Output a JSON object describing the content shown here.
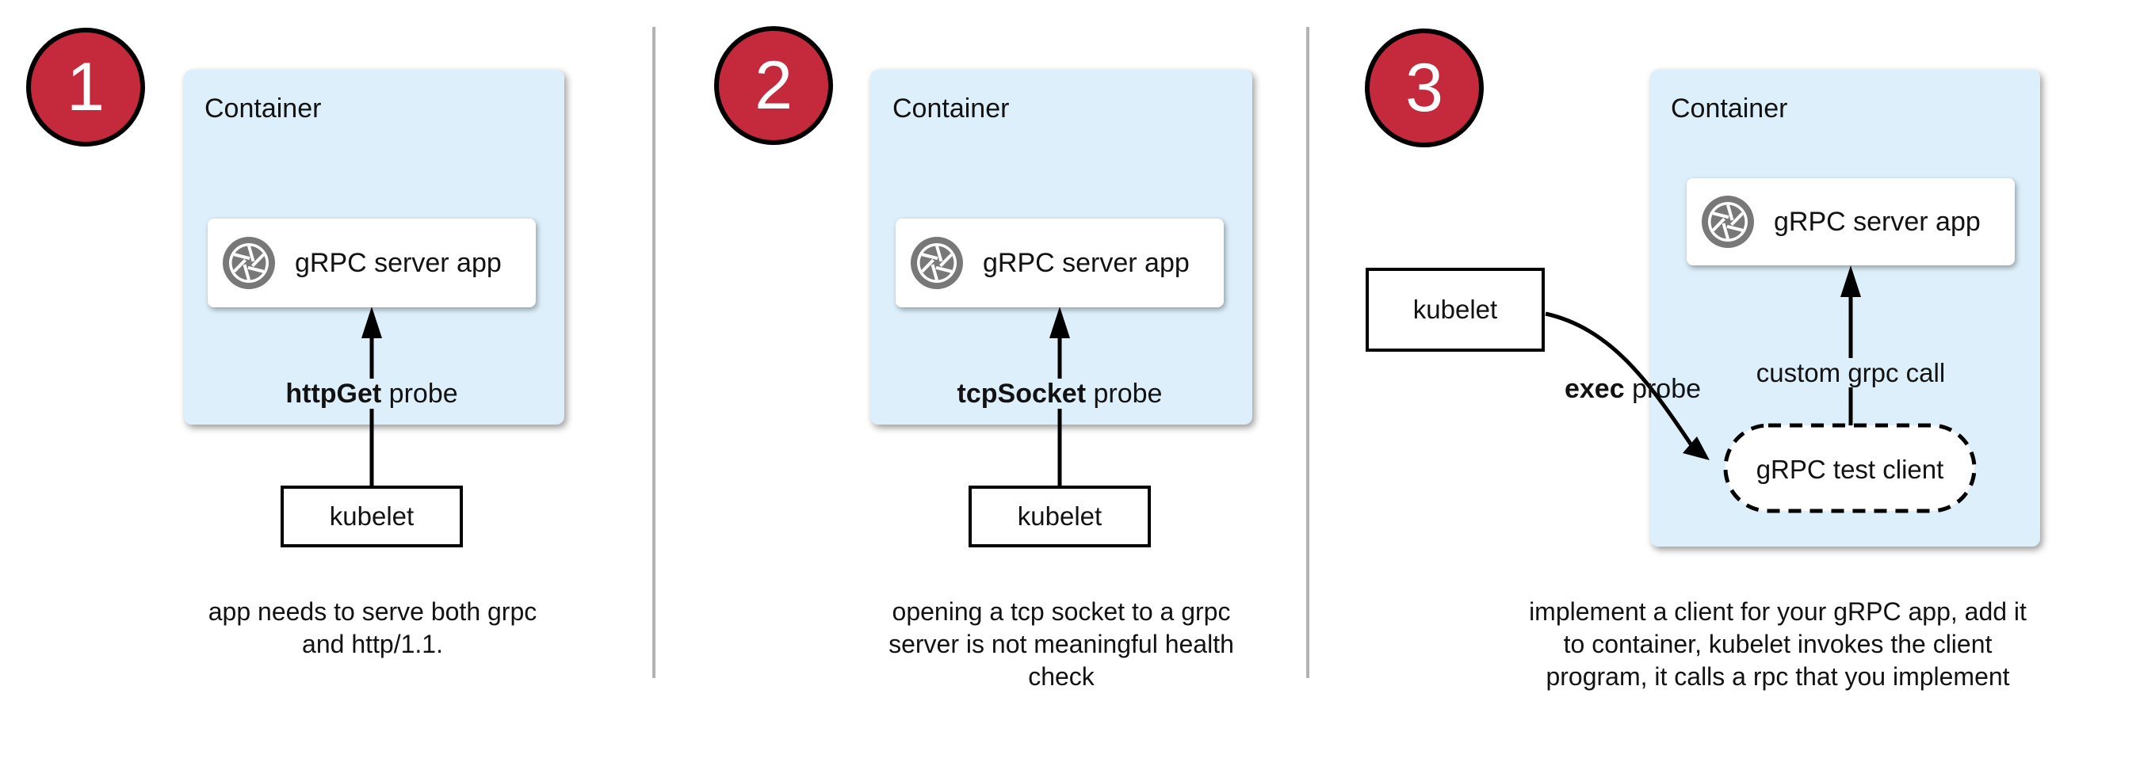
{
  "colors": {
    "container_fill": "#ddeffa",
    "badge_fill": "#c5293c",
    "badge_border": "#000000",
    "divider_gray": "#b3b3b3",
    "icon_gray": "#787878",
    "line_black": "#000000",
    "box_white": "#ffffff"
  },
  "icons": {
    "app_icon": "aperture-icon"
  },
  "panels": [
    {
      "number": "1",
      "container_label": "Container",
      "app_label": "gRPC server app",
      "probe_bold": "httpGet",
      "probe_rest": " probe",
      "kubelet_label": "kubelet",
      "caption_lines": [
        "app needs to serve both grpc",
        "and http/1.1."
      ]
    },
    {
      "number": "2",
      "container_label": "Container",
      "app_label": "gRPC server app",
      "probe_bold": "tcpSocket",
      "probe_rest": " probe",
      "kubelet_label": "kubelet",
      "caption_lines": [
        "opening a tcp socket to a grpc",
        "server is not meaningful health",
        "check"
      ]
    },
    {
      "number": "3",
      "container_label": "Container",
      "app_label": "gRPC server app",
      "probe_bold": "exec",
      "probe_rest": " probe",
      "kubelet_label": "kubelet",
      "custom_call_label": "custom grpc call",
      "test_client_label": "gRPC test client",
      "caption_lines": [
        "implement a client for your gRPC app, add it",
        "to container, kubelet invokes the client",
        "program, it calls a rpc that you implement"
      ]
    }
  ]
}
